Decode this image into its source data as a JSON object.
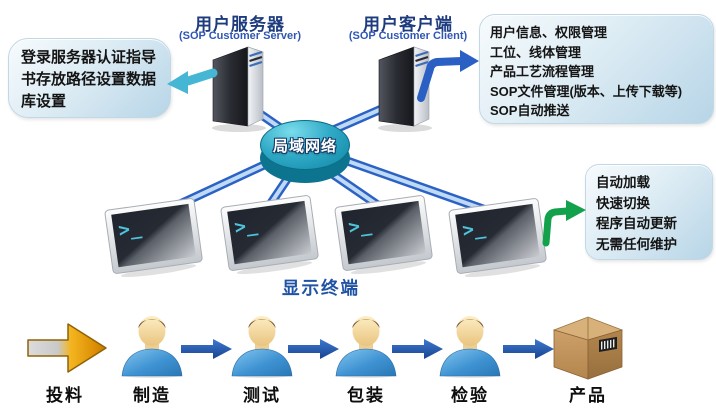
{
  "nodes": {
    "server": {
      "title": "用户服务器",
      "subtitle": "(SOP Customer Server)"
    },
    "client": {
      "title": "用户客户端",
      "subtitle": "(SOP Customer Client)"
    },
    "hub": {
      "label": "局域网络"
    },
    "terminals": {
      "label": "显示终端",
      "screen_glyph": ">_"
    }
  },
  "callouts": {
    "server_config": {
      "lines": [
        "登录服务器认证指导",
        "书存放路径设置数据",
        "库设置"
      ]
    },
    "client_features": {
      "lines": [
        "用户信息、权限管理",
        "工位、线体管理",
        "产品工艺流程管理",
        "SOP文件管理(版本、上传下载等)",
        "SOP自动推送"
      ]
    },
    "terminal_benefits": {
      "lines": [
        "自动加载",
        "快速切换",
        "程序自动更新",
        "无需任何维护"
      ]
    }
  },
  "process_flow": {
    "steps": [
      {
        "label": "投料",
        "icon": "gold-arrow-icon"
      },
      {
        "label": "制造",
        "icon": "worker-icon"
      },
      {
        "label": "测试",
        "icon": "worker-icon"
      },
      {
        "label": "包装",
        "icon": "worker-icon"
      },
      {
        "label": "检验",
        "icon": "worker-icon"
      },
      {
        "label": "产品",
        "icon": "carton-box-icon"
      }
    ],
    "connector_icon": "blue-arrow-icon"
  },
  "palette": {
    "wire_blue": "#2b62c4",
    "wire_blue_light": "#bfdaf4",
    "hub_teal": "#2aa8c4",
    "title_navy": "#1d3b7e",
    "subtitle_blue": "#2f56b5",
    "terminals_label_blue": "#2053a4",
    "arrow_teal": "#45b6d3",
    "arrow_blue": "#2a5fc4",
    "arrow_green": "#14a14b",
    "gold_arrow": "#efa11c",
    "worker_blue": "#3f93d2",
    "carton_tan": "#c2975f",
    "screen_cyan": "#4fc3dc"
  }
}
